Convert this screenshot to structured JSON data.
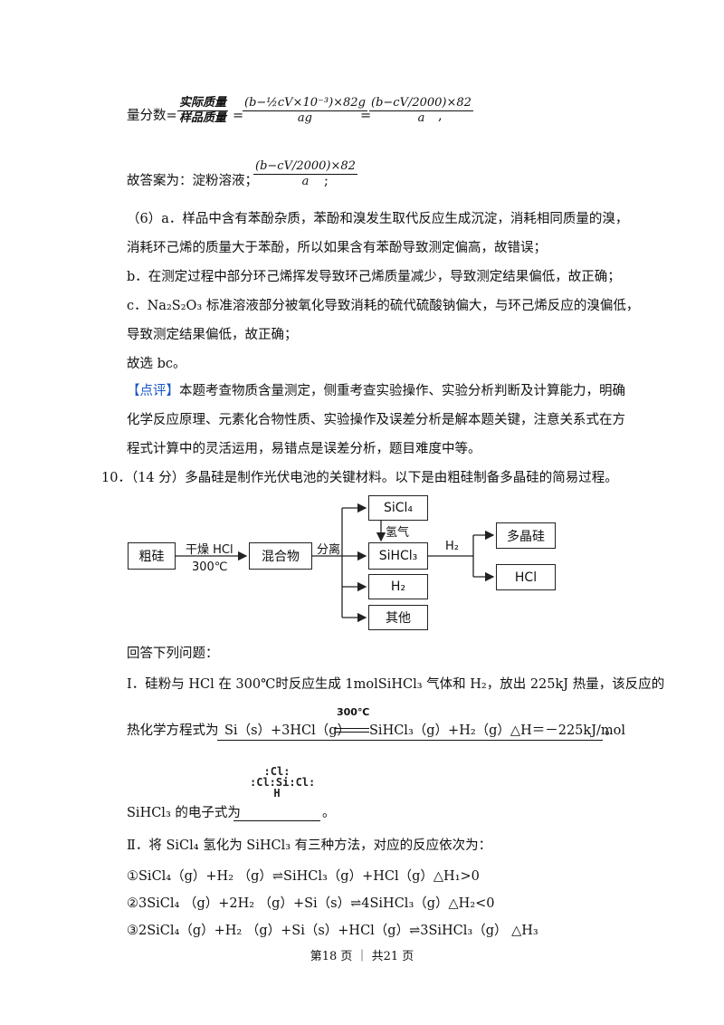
{
  "top": {
    "prefix": "量分数=",
    "frac1_num": "实际质量",
    "frac1_den": "样品质量",
    "eq1": "=",
    "frac2_num": "(b−½cV×10⁻³)×82g",
    "frac2_den": "ag",
    "eq2": "=",
    "frac3_num": "(b−cV/2000)×82",
    "frac3_den": "a",
    "comma": ",",
    "answer_prefix": "故答案为：淀粉溶液；",
    "answer_num": "(b−cV/2000)×82",
    "answer_den": "a",
    "answer_end": ";"
  },
  "part6": {
    "a1": "（6）a．样品中含有苯酚杂质，苯酚和溴发生取代反应生成沉淀，消耗相同质量的溴，",
    "a2": "消耗环己烯的质量大于苯酚，所以如果含有苯酚导致测定偏高，故错误；",
    "b": "b．在测定过程中部分环己烯挥发导致环己烯质量减少，导致测定结果偏低，故正确；",
    "c1": "c．Na₂S₂O₃ 标准溶液部分被氧化导致消耗的硫代硫酸钠偏大，与环己烯反应的溴偏低，",
    "c2": "导致测定结果偏低，故正确；",
    "choice": "故选 bc。"
  },
  "comment": {
    "tag": "【点评】",
    "l1": "本题考查物质含量测定，侧重考查实验操作、实验分析判断及计算能力，明确",
    "l2": "化学反应原理、元素化合物性质、实验操作及误差分析是解本题关键，注意关系式在方",
    "l3": "程式计算中的灵活运用，易错点是误差分析，题目难度中等。"
  },
  "q10": {
    "title": "10．（14 分）多晶硅是制作光伏电池的关键材料。以下是由粗硅制备多晶硅的简易过程。",
    "flow": {
      "crude": "粗硅",
      "reagent_top": "干燥 HCl",
      "reagent_bottom": "300℃",
      "mixture": "混合物",
      "separate": "分离",
      "sicl4": "SiCl₄",
      "hydrogenation": "氢气",
      "sihcl3": "SiHCl₃",
      "h2_box": "H₂",
      "other": "其他",
      "h2_arrow": "H₂",
      "polysilicon": "多晶硅",
      "hcl": "HCl"
    },
    "answer_intro": "回答下列问题：",
    "p1_l1": "Ⅰ．硅粉与 HCl 在 300℃时反应生成 1molSiHCl₃ 气体和 H₂，放出 225kJ 热量，该反应的",
    "p1_l2_prefix": "热化学方程式为",
    "p1_eq": "Si（s）+3HCl（g）",
    "p1_cond": "300℃",
    "p1_eq2": "SiHCl₃（g）+H₂（g）△H＝－225kJ/mol",
    "p1_end": "。",
    "ed_prefix": "SiHCl₃ 的电子式为",
    "ed_end": "。",
    "ed_lines": [
      ":Cl:",
      ":Cl:Si:Cl:",
      "H"
    ],
    "p2_intro": "Ⅱ．将 SiCl₄ 氢化为 SiHCl₃ 有三种方法，对应的反应依次为：",
    "r1": "①SiCl₄（g）+H₂ （g）⇌SiHCl₃（g）+HCl（g）△H₁>0",
    "r2": "②3SiCl₄ （g）+2H₂ （g）+Si（s）⇌4SiHCl₃（g）△H₂<0",
    "r3": "③2SiCl₄（g）+H₂ （g）+Si（s）+HCl（g）⇌3SiHCl₃（g） △H₃"
  },
  "footer": "第18 页 ｜ 共21 页"
}
